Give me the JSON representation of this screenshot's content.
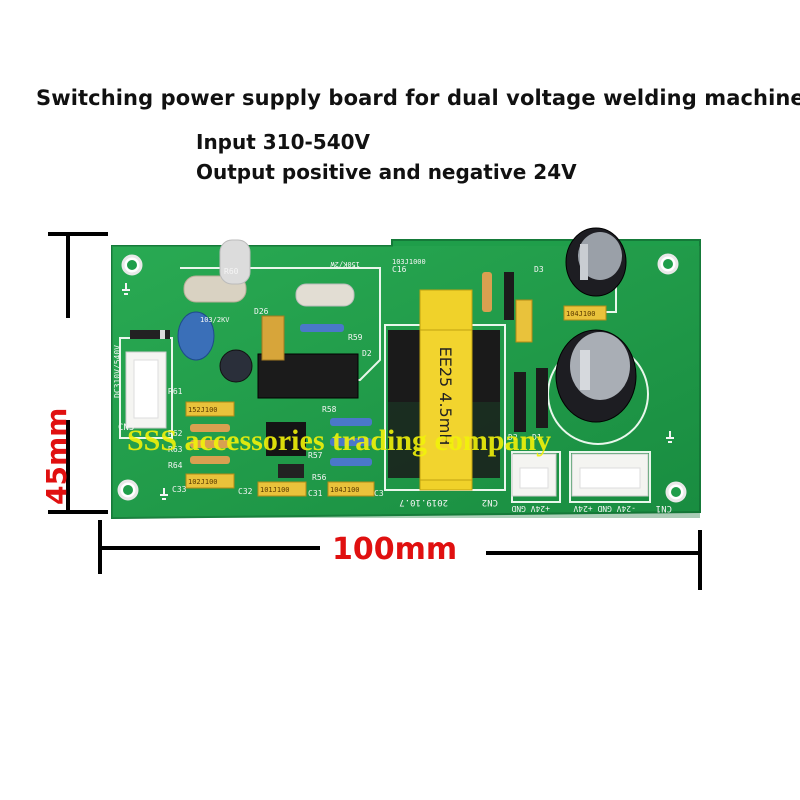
{
  "title": "Switching power supply board for dual voltage welding machine",
  "specs": {
    "input": "Input 310-540V",
    "output": "Output positive and negative 24V"
  },
  "dimensions": {
    "height_label": "45mm",
    "width_label": "100mm"
  },
  "watermark": "SSS accessories trading company",
  "board": {
    "transformer_label": "EE25  4.5mH",
    "date_code": "2019.10.7",
    "connectors": [
      "CN3",
      "CN2",
      "CN1"
    ],
    "cn3_label": "DC310V/540V",
    "cn2_pins": "+24V GND",
    "cn1_pins": "-24V GND +24V",
    "resistor_labels": [
      "R60",
      "R59",
      "R58",
      "R57",
      "R56",
      "R61",
      "R62",
      "R63",
      "R64"
    ],
    "capacitor_labels": [
      "C16",
      "C33",
      "C32",
      "C31",
      "C3"
    ],
    "diode_labels": [
      "D26",
      "D2",
      "D3",
      "D1",
      "D2"
    ],
    "marking_labels": [
      "152J100",
      "102J100",
      "101J100",
      "104J100",
      "103J1000",
      "150K/2W",
      "104J100",
      "103/2KV"
    ],
    "colors": {
      "pcb": "#1f9e4a",
      "pcb_dark": "#15803b",
      "silkscreen": "#f5f5f5",
      "dimension_text": "#e01010",
      "watermark": "#f2f20a"
    }
  }
}
